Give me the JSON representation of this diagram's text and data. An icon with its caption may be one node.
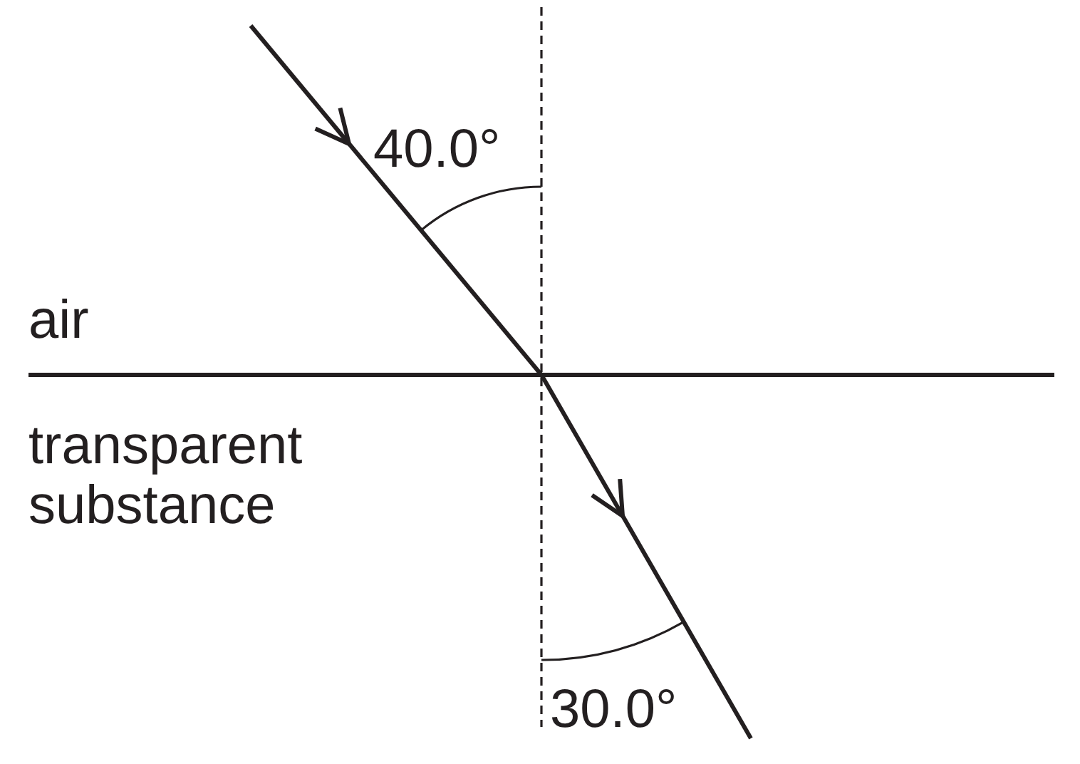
{
  "diagram": {
    "labels": [
      "40.0°",
      "air",
      "transparent substance",
      "30.0°"
    ]
  }
}
